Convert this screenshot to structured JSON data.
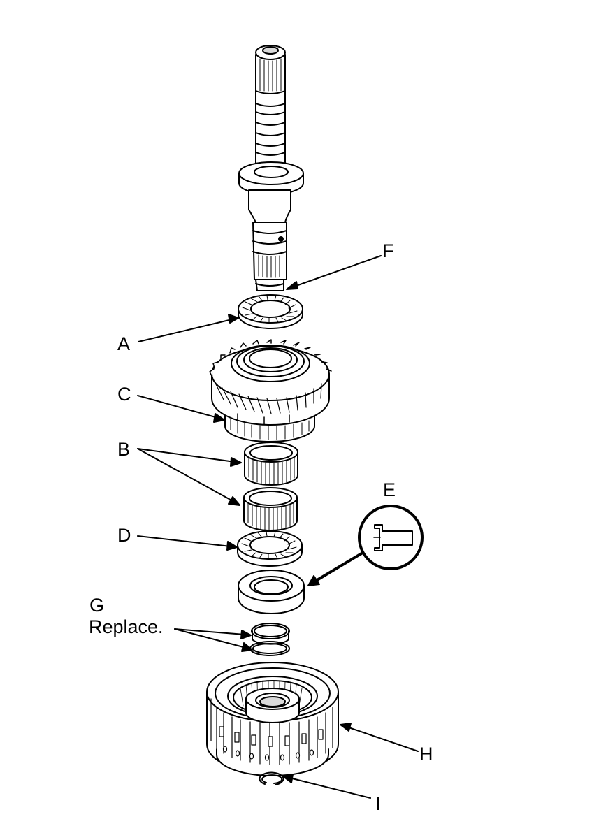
{
  "labels": {
    "A": "A",
    "B": "B",
    "C": "C",
    "D": "D",
    "E": "E",
    "F": "F",
    "G": "G",
    "G_note": "Replace.",
    "H": "H",
    "I": "I"
  },
  "icons": {
    "E": "seal-driver-tool-icon"
  },
  "colors": {
    "line": "#000000",
    "fill": "#ffffff",
    "shade": "#d9d9d9"
  }
}
